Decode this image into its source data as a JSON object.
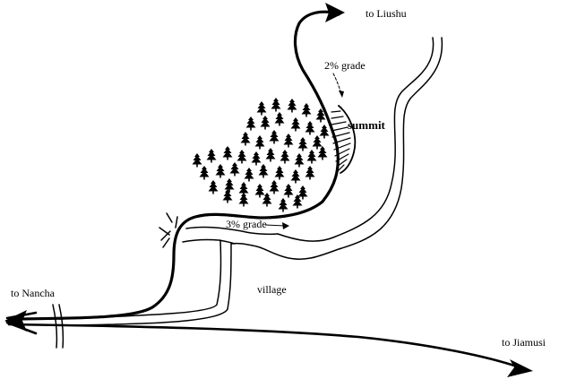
{
  "labels": {
    "to_liushu": "to Liushu",
    "to_nancha": "to Nancha",
    "to_jiamusi": "to Jiamusi",
    "village": "village",
    "summit": "summit",
    "grade_upper": "2% grade",
    "grade_lower": "3% grade"
  },
  "colors": {
    "ink": "#000000",
    "background": "#ffffff"
  },
  "icons": [
    "tree-icon",
    "arrow-head-icon",
    "hachure-slope-icon"
  ]
}
